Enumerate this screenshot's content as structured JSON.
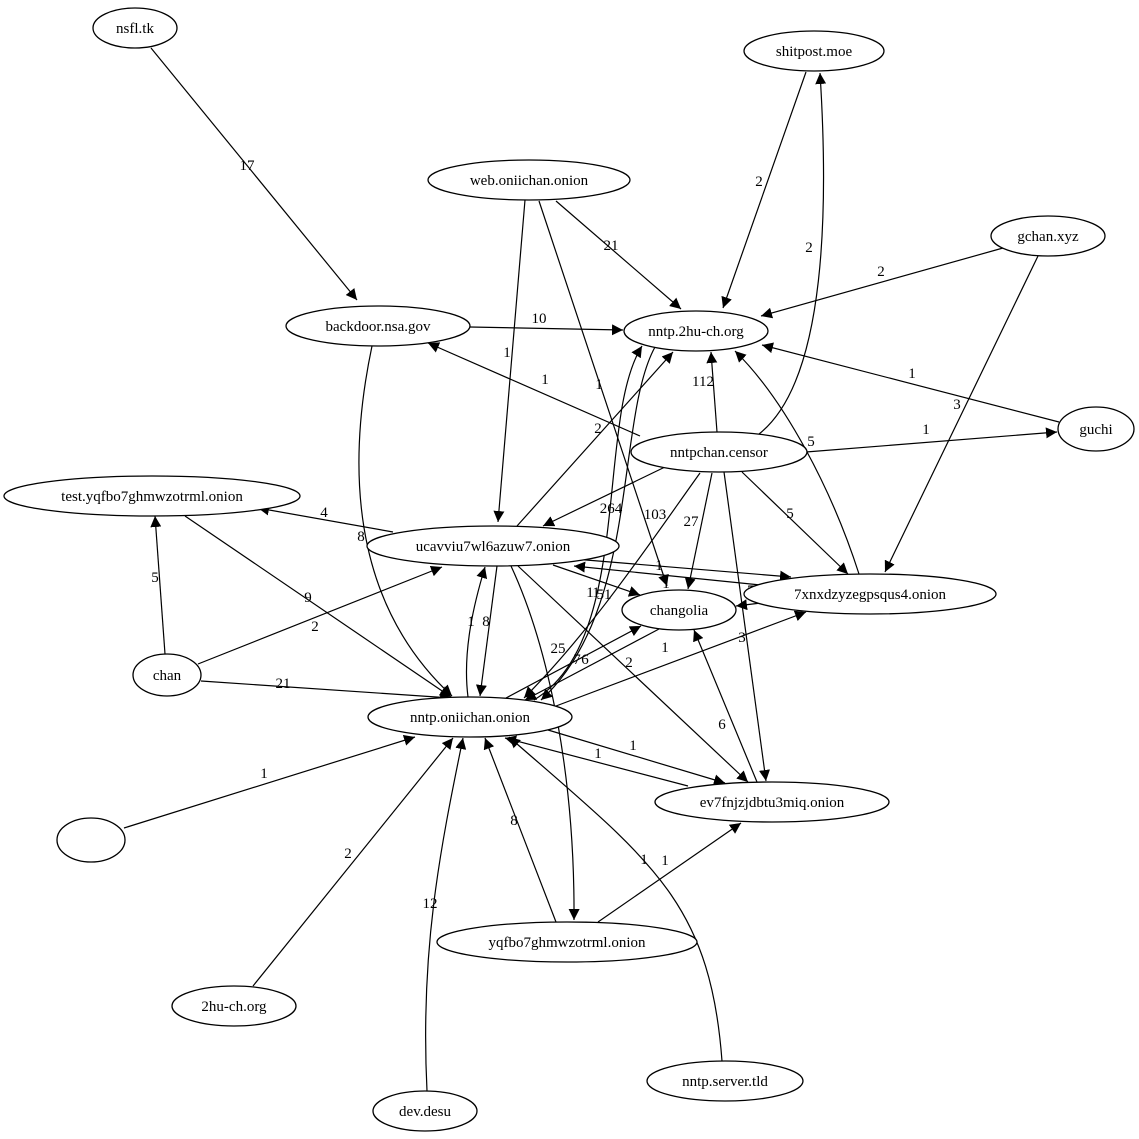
{
  "graph": {
    "nodes": [
      {
        "id": "nsfl",
        "label": "nsfl.tk"
      },
      {
        "id": "shitpost",
        "label": "shitpost.moe"
      },
      {
        "id": "webonii",
        "label": "web.oniichan.onion"
      },
      {
        "id": "gchan",
        "label": "gchan.xyz"
      },
      {
        "id": "backdoor",
        "label": "backdoor.nsa.gov"
      },
      {
        "id": "nntp2hu",
        "label": "nntp.2hu-ch.org"
      },
      {
        "id": "guchi",
        "label": "guchi"
      },
      {
        "id": "censor",
        "label": "nntpchan.censor"
      },
      {
        "id": "testyq",
        "label": "test.yqfbo7ghmwzotrml.onion"
      },
      {
        "id": "ucav",
        "label": "ucavviu7wl6azuw7.onion"
      },
      {
        "id": "seven",
        "label": "7xnxdzyzegpsqus4.onion"
      },
      {
        "id": "changolia",
        "label": "changolia"
      },
      {
        "id": "chan",
        "label": "chan"
      },
      {
        "id": "nntponii",
        "label": "nntp.oniichan.onion"
      },
      {
        "id": "ev7",
        "label": "ev7fnjzjdbtu3miq.onion"
      },
      {
        "id": "blank",
        "label": ""
      },
      {
        "id": "yqf",
        "label": "yqfbo7ghmwzotrml.onion"
      },
      {
        "id": "twohu",
        "label": "2hu-ch.org"
      },
      {
        "id": "nntpserver",
        "label": "nntp.server.tld"
      },
      {
        "id": "devdesu",
        "label": "dev.desu"
      }
    ],
    "edges": [
      {
        "from": "nsfl",
        "to": "backdoor",
        "label": "17"
      },
      {
        "from": "shitpost",
        "to": "nntp2hu",
        "label": "2"
      },
      {
        "from": "webonii",
        "to": "nntp2hu",
        "label": "21"
      },
      {
        "from": "webonii",
        "to": "ucav",
        "label": "1"
      },
      {
        "from": "webonii",
        "to": "changolia",
        "label": "1"
      },
      {
        "from": "gchan",
        "to": "nntp2hu",
        "label": "2"
      },
      {
        "from": "gchan",
        "to": "seven",
        "label": "3"
      },
      {
        "from": "backdoor",
        "to": "nntp2hu",
        "label": "10"
      },
      {
        "from": "backdoor",
        "to": "nntponii",
        "label": "8"
      },
      {
        "from": "guchi",
        "to": "nntp2hu",
        "label": "1"
      },
      {
        "from": "censor",
        "to": "nntp2hu",
        "label": "112"
      },
      {
        "from": "censor",
        "to": "shitpost",
        "label": "2"
      },
      {
        "from": "censor",
        "to": "backdoor",
        "label": "1"
      },
      {
        "from": "censor",
        "to": "guchi",
        "label": "1"
      },
      {
        "from": "censor",
        "to": "ucav",
        "label": "264"
      },
      {
        "from": "censor",
        "to": "changolia",
        "label": "27"
      },
      {
        "from": "censor",
        "to": "seven",
        "label": "5"
      },
      {
        "from": "censor",
        "to": "nntponii",
        "label": "51"
      },
      {
        "from": "censor",
        "to": "ev7",
        "label": "3"
      },
      {
        "from": "ucav",
        "to": "nntp2hu",
        "label": "2"
      },
      {
        "from": "ucav",
        "to": "testyq",
        "label": "4"
      },
      {
        "from": "ucav",
        "to": "seven",
        "label": "1"
      },
      {
        "from": "ucav",
        "to": "changolia",
        "label": "1"
      },
      {
        "from": "ucav",
        "to": "nntponii",
        "label": "8"
      },
      {
        "from": "ucav",
        "to": "yqf",
        "label": "25"
      },
      {
        "from": "ucav",
        "to": "ev7",
        "label": "2"
      },
      {
        "from": "seven",
        "to": "nntp2hu",
        "label": "5"
      },
      {
        "from": "seven",
        "to": "ucav",
        "label": "1"
      },
      {
        "from": "seven",
        "to": "changolia",
        "label": "7"
      },
      {
        "from": "nntp2hu",
        "to": "nntponii",
        "label": "103"
      },
      {
        "from": "nntponii",
        "to": "nntp2hu",
        "label": "1"
      },
      {
        "from": "nntponii",
        "to": "ucav",
        "label": "1"
      },
      {
        "from": "nntponii",
        "to": "changolia",
        "label": "7"
      },
      {
        "from": "nntponii",
        "to": "seven",
        "label": "1"
      },
      {
        "from": "nntponii",
        "to": "ev7",
        "label": "1"
      },
      {
        "from": "changolia",
        "to": "nntponii",
        "label": "6"
      },
      {
        "from": "ev7",
        "to": "nntponii",
        "label": "1"
      },
      {
        "from": "ev7",
        "to": "changolia",
        "label": "6"
      },
      {
        "from": "testyq",
        "to": "nntponii",
        "label": "9"
      },
      {
        "from": "chan",
        "to": "testyq",
        "label": "5"
      },
      {
        "from": "chan",
        "to": "ucav",
        "label": "2"
      },
      {
        "from": "chan",
        "to": "nntponii",
        "label": "21"
      },
      {
        "from": "blank",
        "to": "nntponii",
        "label": "1"
      },
      {
        "from": "twohu",
        "to": "nntponii",
        "label": "2"
      },
      {
        "from": "devdesu",
        "to": "nntponii",
        "label": "12"
      },
      {
        "from": "yqf",
        "to": "nntponii",
        "label": "8"
      },
      {
        "from": "yqf",
        "to": "ev7",
        "label": "1"
      },
      {
        "from": "nntpserver",
        "to": "nntponii",
        "label": "1"
      }
    ]
  }
}
